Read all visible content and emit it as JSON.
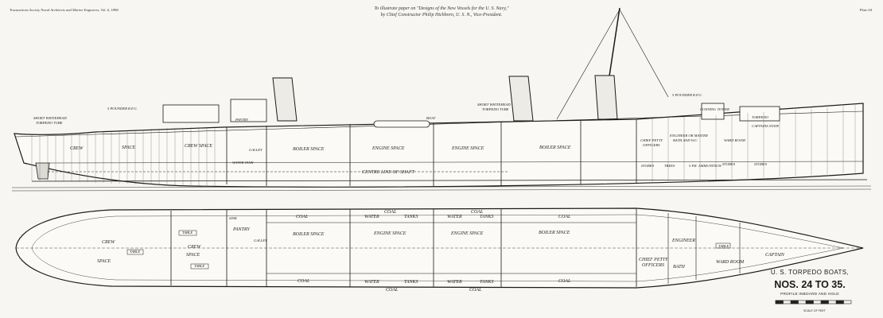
{
  "header": {
    "left": "Transactions Society Naval Architects and Marine Engineers, Vol. 6, 1898.",
    "center_line1": "To illustrate paper on \"Designs of the New Vessels for the U. S. Navy,\"",
    "center_line2": "by Chief Constructor Philip Hichborn, U. S. N., Vice-President.",
    "right": "Plate 64"
  },
  "profile": {
    "labels": {
      "short_whitehead_aft": "SHORT WHITEHEAD",
      "torpedo_tube_aft": "TORPEDO TUBE",
      "gun_aft": "5 POUNDER R.F.G.",
      "crew": "CREW",
      "space": "SPACE",
      "crew_space": "CREW SPACE",
      "pantry": "PANTRY",
      "galley": "GALLEY",
      "water_tank": "WATER TANK",
      "boiler_space_aft": "BOILER SPACE",
      "engine_space_aft": "ENGINE SPACE",
      "engine_space_fwd": "ENGINE SPACE",
      "boiler_space_fwd": "BOILER SPACE",
      "centre_line": "CENTRE LINE OF SHAFT",
      "boat": "BOAT",
      "short_whitehead_mid": "SHORT WHITEHEAD",
      "torpedo_tube_mid": "TORPEDO TUBE",
      "gun_fwd": "5 POUNDER R.F.G.",
      "conning_tower": "CONNING TOWER",
      "chief_petty": "CHIEF PETTY",
      "officers": "OFFICERS",
      "engineer_room": "ENGINEER OR MASTER",
      "bath_wc": "BATH AND W.C.",
      "ward_room": "WARD ROOM",
      "torpedo": "TORPEDO",
      "captains_state": "CAPTAINS STATE",
      "stores_1": "STORES",
      "stores_2": "STORES",
      "stores_3": "STORES",
      "ammunition": "5 P.R. AMMUNITION",
      "trees": "TREES"
    }
  },
  "plan": {
    "labels": {
      "crew": "CREW",
      "space": "SPACE",
      "table_1": "TABLE",
      "table_2": "TABLE",
      "table_3": "TABLE",
      "crew_2": "CREW",
      "space_2": "SPACE",
      "pantry": "PANTRY",
      "galley": "GALLEY",
      "sink": "SINK",
      "coal_top_1": "COAL",
      "coal_top_2": "COAL",
      "coal_top_3": "COAL",
      "coal_top_4": "COAL",
      "coal_bot_1": "COAL",
      "coal_bot_2": "COAL",
      "coal_bot_3": "COAL",
      "coal_bot_4": "COAL",
      "water_top_1": "WATER",
      "tanks_top_1": "TANKS",
      "water_top_2": "WATER",
      "tanks_top_2": "TANKS",
      "water_bot_1": "WATER",
      "tanks_bot_1": "TANKS",
      "water_bot_2": "WATER",
      "tanks_bot_2": "TANKS",
      "boiler_space_aft": "BOILER SPACE",
      "engine_space_aft": "ENGINE SPACE",
      "engine_space_fwd": "ENGINE SPACE",
      "boiler_space_fwd": "BOILER SPACE",
      "chief_petty": "CHIEF PETTY",
      "officers": "OFFICERS",
      "engineer": "ENGINEER",
      "bath": "BATH",
      "ward_room": "WARD ROOM",
      "table_fwd": "TABLE",
      "captain": "CAPTAIN"
    }
  },
  "title_block": {
    "line1": "U. S. TORPEDO BOATS,",
    "line2": "NOS. 24 TO 35.",
    "line3": "PROFILE INBOARD AND HOLD",
    "scale_label": "SCALE OF FEET"
  }
}
